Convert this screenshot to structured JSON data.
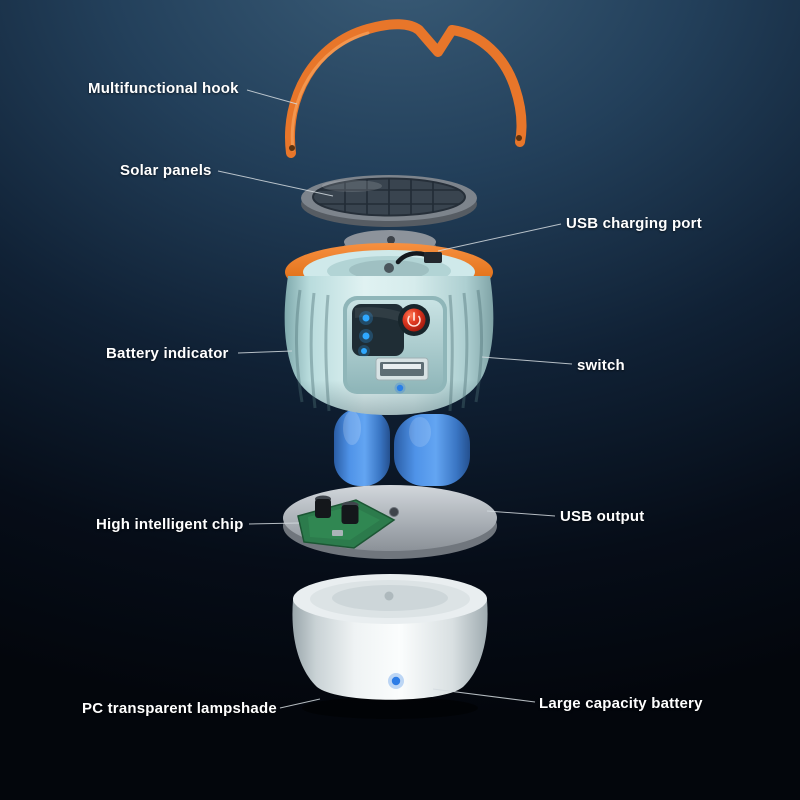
{
  "diagram": {
    "labels": {
      "hook": "Multifunctional hook",
      "solar_panels": "Solar panels",
      "usb_charging_port": "USB charging port",
      "battery_indicator": "Battery indicator",
      "switch": "switch",
      "chip": "High intelligent chip",
      "usb_output": "USB output",
      "lampshade": "PC transparent lampshade",
      "battery": "Large capacity battery"
    },
    "colors": {
      "background_top": "#3a5c77",
      "background_bottom": "#03060c",
      "hook_orange": "#e8762a",
      "body_mint": "#cfe9ea",
      "ring_orange": "#e5761f",
      "battery_blue": "#4f93e8",
      "pcb_green": "#2f8552",
      "led_blue": "#2fa8ff",
      "power_button_red": "#d42a1e",
      "label_text": "#ffffff"
    }
  }
}
